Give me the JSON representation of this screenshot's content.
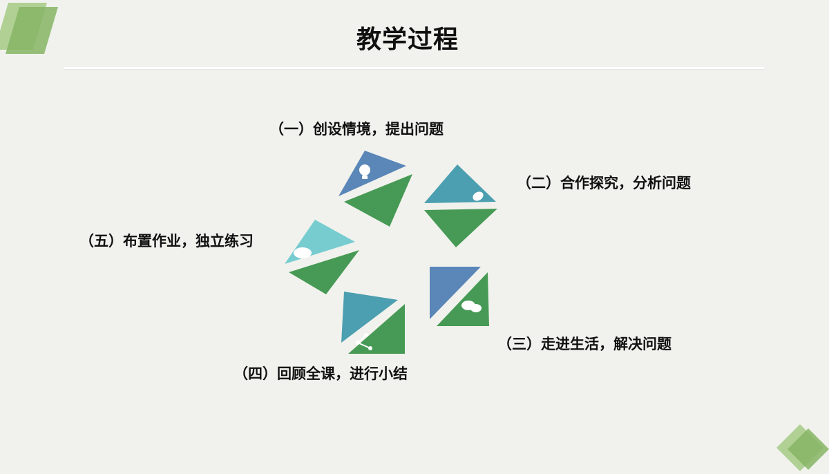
{
  "slide": {
    "title": "教学过程",
    "steps": [
      "（一）创设情境，提出问题",
      "（二）合作探究，分析问题",
      "（三）走进生活，解决问题",
      "（四）回顾全课，进行小结",
      "（五）布置作业，独立练习"
    ]
  },
  "graphic": {
    "pieces": [
      {
        "icon": "lightbulb-icon",
        "top_color": "#5a86b8",
        "bottom_color": "#479a55"
      },
      {
        "icon": "leaf-icon",
        "top_color": "#4c9fb0",
        "bottom_color": "#479a55"
      },
      {
        "icon": "chat-bubbles-icon",
        "top_color": "#5a86b8",
        "bottom_color": "#479a55"
      },
      {
        "icon": "share-icon",
        "top_color": "#4c9fb0",
        "bottom_color": "#479a55"
      },
      {
        "icon": "speech-cloud-icon",
        "top_color": "#77ccd0",
        "bottom_color": "#479a55"
      }
    ]
  },
  "colors": {
    "background": "#f1f2ed",
    "accent_green": "#8ab56a",
    "dark_green": "#479a55"
  }
}
